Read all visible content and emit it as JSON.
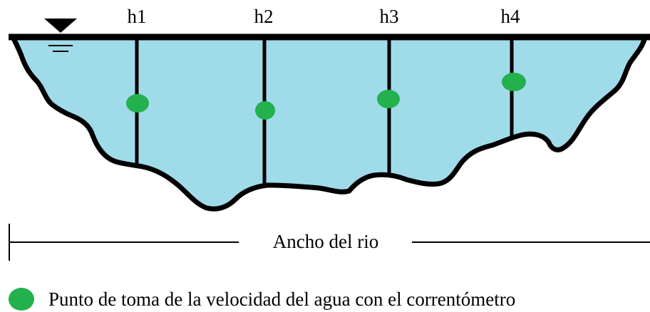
{
  "colors": {
    "water": "#a0dbea",
    "outline": "#000000",
    "measurement_point": "#22b14c"
  },
  "verticals": [
    {
      "label": "h1",
      "point_fraction": 0.52
    },
    {
      "label": "h2",
      "point_fraction": 0.495
    },
    {
      "label": "h3",
      "point_fraction": 0.46
    },
    {
      "label": "h4",
      "point_fraction": 0.435
    }
  ],
  "river_width_label": "Ancho del rio",
  "legend": {
    "icon": "green-dot",
    "text": "Punto de toma de la velocidad del agua con el correntómetro"
  }
}
